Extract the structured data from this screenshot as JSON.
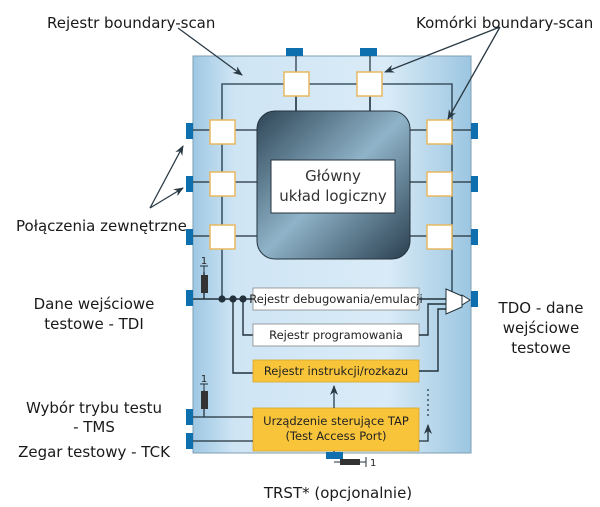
{
  "labels": {
    "boundary_register": "Rejestr boundary-scan",
    "boundary_cells": "Komórki boundary-scan",
    "external_connections": "Połączenia zewnętrzne",
    "tdi_line1": "Dane wejściowe",
    "tdi_line2": "testowe - TDI",
    "tms_line1": "Wybór trybu testu",
    "tms_line2": "- TMS",
    "tck": "Zegar testowy - TCK",
    "trst": "TRST* (opcjonalnie)",
    "tdo_line1": "TDO - dane",
    "tdo_line2": "wejściowe",
    "tdo_line3": "testowe"
  },
  "core": {
    "line1": "Główny",
    "line2": "układ logiczny"
  },
  "registers": {
    "debug": "Rejestr debugowania/emulacji",
    "programming": "Rejestr programowania",
    "instruction": "Rejestr instrukcji/rozkazu"
  },
  "tap": {
    "line1": "Urządzenie sterujące TAP",
    "line2": "(Test Access Port)"
  },
  "pullup_value": "1",
  "colors": {
    "pin": "#0e6fae",
    "chip_bg": "#c4dff0",
    "cell_border": "#e8b860",
    "register_yellow": "#f8c53a",
    "core_dark": "#3f5b6e",
    "wire": "#2a3a44"
  }
}
